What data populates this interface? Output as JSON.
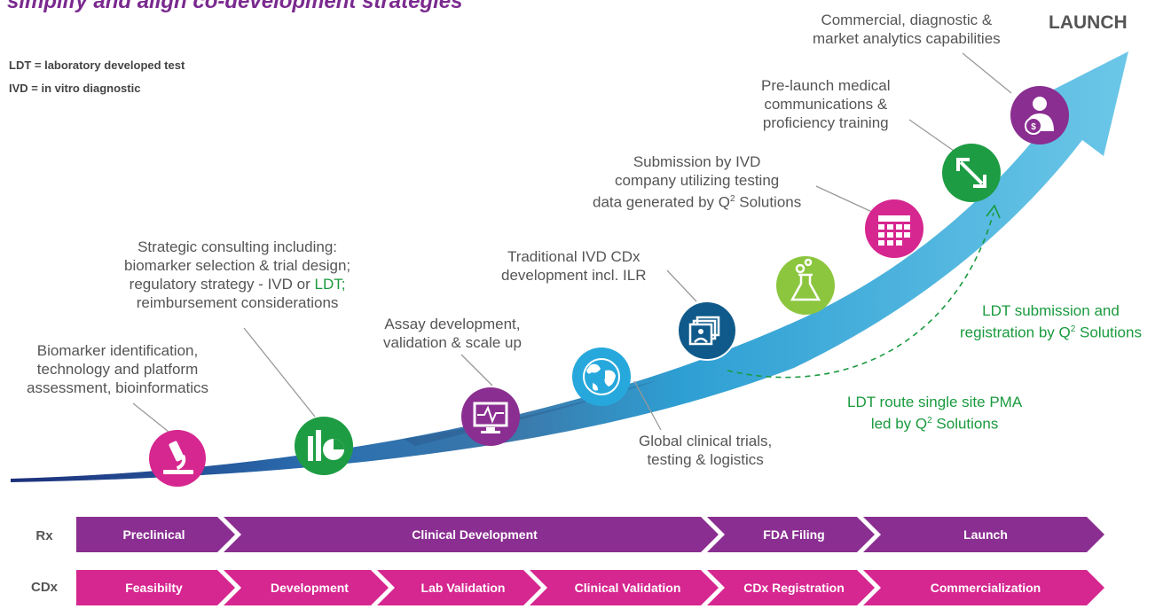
{
  "title": "simplify and align co-development strategies",
  "abbreviations": [
    "LDT = laboratory developed test",
    "IVD = in vitro diagnostic"
  ],
  "launch_label": "LAUNCH",
  "steps": [
    {
      "icon": "microscope-icon",
      "color": "#d6268f",
      "lines": [
        "Biomarker identification,",
        "technology and platform",
        "assessment, bioinformatics"
      ]
    },
    {
      "icon": "bar-chart-icon",
      "color": "#1e9c43",
      "lines": [
        "Strategic consulting including:",
        "biomarker selection & trial design;",
        "regulatory strategy - IVD or ",
        "reimbursement considerations"
      ],
      "highlight": "LDT;"
    },
    {
      "icon": "monitor-pulse-icon",
      "color": "#8a2e91",
      "lines": [
        "Assay development,",
        "validation & scale up"
      ]
    },
    {
      "icon": "globe-icon",
      "color": "#27a8dc",
      "lines": [
        "Global clinical trials,",
        "testing & logistics"
      ]
    },
    {
      "icon": "folders-icon",
      "color": "#0f5a8a",
      "lines": [
        "Traditional IVD CDx",
        "development incl. ILR"
      ]
    },
    {
      "icon": "flask-icon",
      "color": "#8cc63f",
      "lines": []
    },
    {
      "icon": "calendar-grid-icon",
      "color": "#d6268f",
      "lines": [
        "Submission by IVD",
        "company utilizing testing",
        "data generated by Q",
        "2",
        " Solutions"
      ]
    },
    {
      "icon": "arrows-icon",
      "color": "#1e9c43",
      "lines": [
        "Pre-launch medical",
        "communications &",
        "proficiency training"
      ]
    },
    {
      "icon": "person-dollar-icon",
      "color": "#8a2e91",
      "lines": [
        "Commercial, diagnostic &",
        "market analytics capabilities"
      ]
    }
  ],
  "ldt": {
    "submission": [
      "LDT submission and",
      "registration by Q",
      "2",
      " Solutions"
    ],
    "route": [
      "LDT route single site PMA",
      "led by Q",
      "2",
      " Solutions"
    ]
  },
  "rows": [
    {
      "label": "Rx",
      "color": "#8a2e91",
      "segments": [
        "Preclinical",
        "Clinical Development",
        "FDA Filing",
        "Launch"
      ]
    },
    {
      "label": "CDx",
      "color": "#d6268f",
      "segments": [
        "Feasibilty",
        "Development",
        "Lab Validation",
        "Clinical Validation",
        "CDx Registration",
        "Commercialization"
      ]
    }
  ]
}
